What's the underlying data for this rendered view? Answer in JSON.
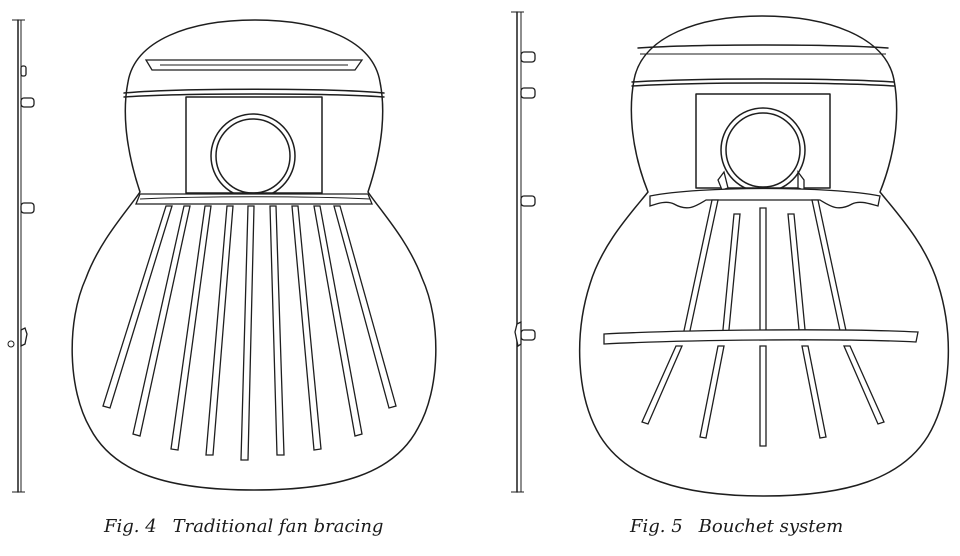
{
  "figures": [
    {
      "number": "Fig. 4",
      "title": "Traditional fan bracing"
    },
    {
      "number": "Fig. 5",
      "title": "Bouchet system"
    }
  ]
}
